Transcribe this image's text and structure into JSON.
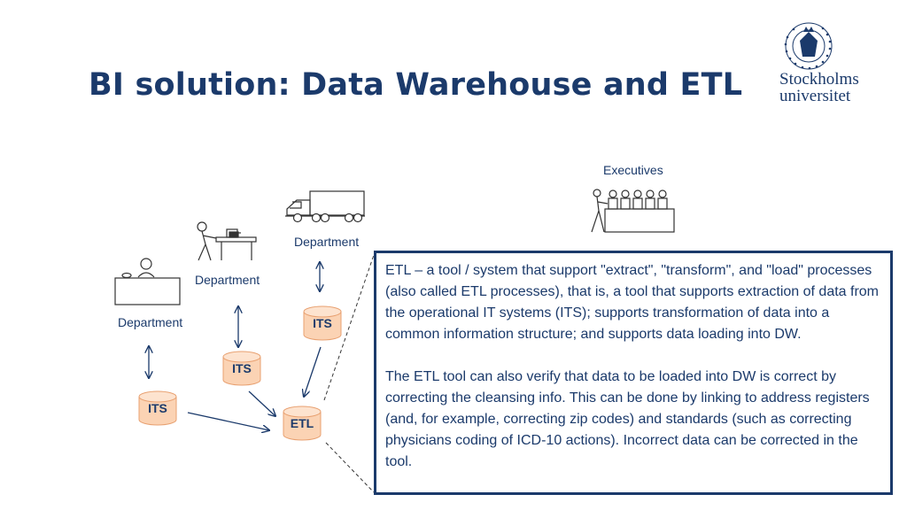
{
  "title": "BI solution: Data Warehouse and ETL",
  "logo": {
    "line1": "Stockholms",
    "line2": "universitet",
    "seal_text": "UNIVERSITET STOCKHOLMS"
  },
  "labels": {
    "executives": "Executives",
    "department_top": "Department",
    "department_mid": "Department",
    "department_left": "Department"
  },
  "cylinders": {
    "its_top": "ITS",
    "its_mid": "ITS",
    "its_left": "ITS",
    "etl": "ETL"
  },
  "info": {
    "paragraph1": "ETL – a tool / system that support \"extract\", \"transform\", and \"load\" processes (also called ETL processes), that is, a tool that supports extraction of data from the operational IT systems (ITS); supports transformation of data into a common information structure; and supports data loading into DW.",
    "paragraph2": "The ETL tool can also verify that data to be loaded into DW is correct by correcting the cleansing info. This can be done by linking to address registers (and, for example, correcting zip codes) and standards (such as correcting physicians coding of ICD-10 actions). Incorrect data can be corrected in the tool."
  },
  "colors": {
    "primary": "#1b3a6b",
    "cylinder_fill": "#fbd3b4",
    "cylinder_stroke": "#e8a070"
  },
  "icons": [
    "truck-icon",
    "worker-at-desk-icon",
    "person-at-desk-icon",
    "executives-table-icon",
    "university-seal-icon"
  ]
}
